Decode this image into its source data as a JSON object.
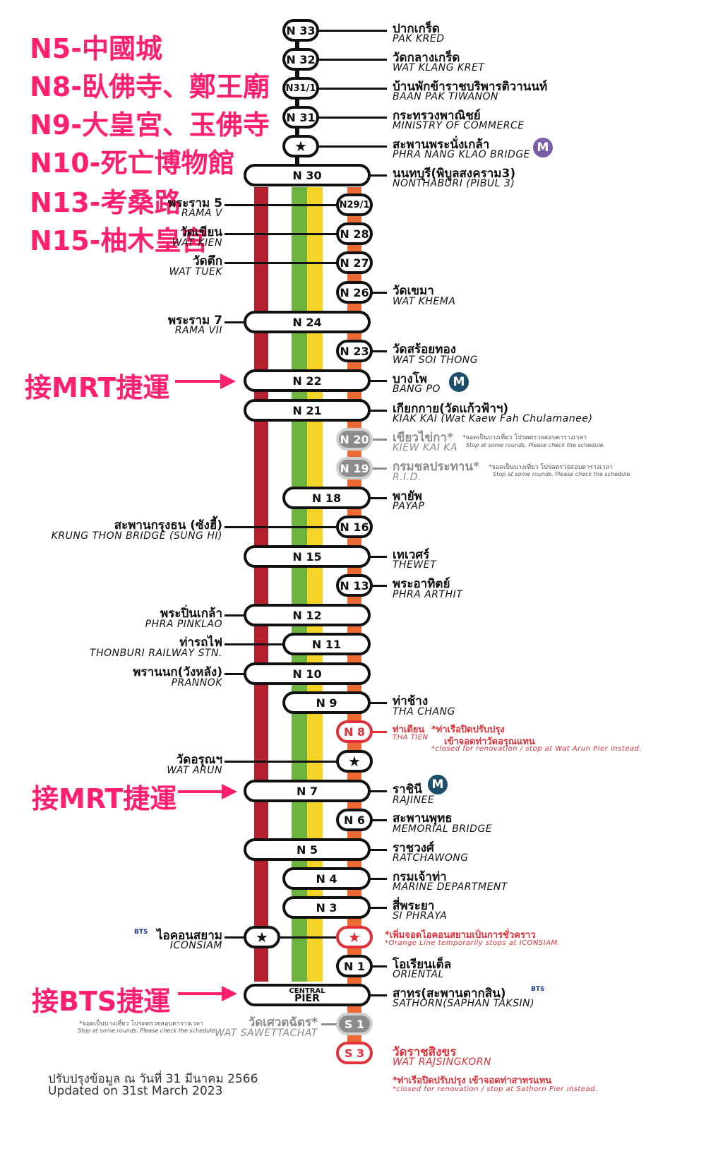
{
  "headings": [
    "N5-中國城",
    "N8-臥佛寺、鄭王廟",
    "N9-大皇宮、玉佛寺",
    "N10-死亡博物館",
    "N13-考桑路",
    "N15-柚木皇宮"
  ],
  "transfer_labels": {
    "mrt_1": "接MRT捷運",
    "mrt_2": "接MRT捷運",
    "bts": "接BTS捷運"
  },
  "stations": {
    "n33": {
      "code": "N 33",
      "th": "ปากเกร็ด",
      "en": "PAK KRED"
    },
    "n32": {
      "code": "N 32",
      "th": "วัดกลางเกร็ด",
      "en": "WAT KLANG KRET"
    },
    "n31_1": {
      "code": "N31/1",
      "th": "บ้านพักข้าราชบริพารติวานนท์",
      "en": "BAAN PAK TIWANON"
    },
    "n31": {
      "code": "N 31",
      "th": "กระทรวงพาณิชย์",
      "en": "MINISTRY OF COMMERCE"
    },
    "pnk": {
      "code": "★",
      "th": "สะพานพระนั่งเกล้า",
      "en": "PHRA NANG KLAO BRIDGE"
    },
    "n30": {
      "code": "N 30",
      "th": "นนทบุรี(พิบูลสงคราม3)",
      "en": "NONTHABURI (PIBUL 3)"
    },
    "n29_1": {
      "code": "N29/1",
      "th": "พระราม 5",
      "en": "RAMA V"
    },
    "n28": {
      "code": "N 28",
      "th": "วัดเขียน",
      "en": "WAT KIEN"
    },
    "n27": {
      "code": "N 27",
      "th": "วัดตึก",
      "en": "WAT TUEK"
    },
    "n26": {
      "code": "N 26",
      "th": "วัดเขมา",
      "en": "WAT KHEMA"
    },
    "n24": {
      "code": "N 24",
      "th": "พระราม 7",
      "en": "RAMA VII"
    },
    "n23": {
      "code": "N 23",
      "th": "วัดสร้อยทอง",
      "en": "WAT SOI THONG"
    },
    "n22": {
      "code": "N 22",
      "th": "บางโพ",
      "en": "BANG PO"
    },
    "n21": {
      "code": "N 21",
      "th": "เกียกกาย(วัดแก้วฟ้าฯ)",
      "en": "KIAK KAI (Wat Kaew Fah Chulamanee)"
    },
    "n20": {
      "code": "N 20",
      "th": "เขียวไข่กา*",
      "en": "KIEW KAI KA",
      "note_th": "*จอดเป็นบางเที่ยว โปรดตรวจสอบตารางเวลา",
      "note_en": "Stop at some rounds. Please check the schedule."
    },
    "n19": {
      "code": "N 19",
      "th": "กรมชลประทาน*",
      "en": "R.I.D.",
      "note_th": "*จอดเป็นบางเที่ยว โปรดตรวจสอบตารางเวลา",
      "note_en": "Stop at some rounds. Please check the schedule."
    },
    "n18": {
      "code": "N 18",
      "th": "พายัพ",
      "en": "PAYAP"
    },
    "n16": {
      "code": "N 16",
      "th": "สะพานกรุงธน (ซังฮี้)",
      "en": "KRUNG THON BRIDGE (SUNG HI)"
    },
    "n15": {
      "code": "N 15",
      "th": "เทเวศร์",
      "en": "THEWET"
    },
    "n13": {
      "code": "N 13",
      "th": "พระอาทิตย์",
      "en": "PHRA ARTHIT"
    },
    "n12": {
      "code": "N 12",
      "th": "พระปิ่นเกล้า",
      "en": "PHRA PINKLAO"
    },
    "n11": {
      "code": "N 11",
      "th": "ท่ารถไฟ",
      "en": "THONBURI RAILWAY STN."
    },
    "n10": {
      "code": "N 10",
      "th": "พรานนก(วังหลัง)",
      "en": "PRANNOK"
    },
    "n9": {
      "code": "N 9",
      "th": "ท่าช้าง",
      "en": "THA CHANG"
    },
    "n8": {
      "code": "N 8",
      "th": "ท่าเตียน",
      "en": "THA TIEN",
      "note1": "*ท่าเรือปิดปรับปรุง",
      "note2": "เข้าจอดท่าวัดอรุณแทน",
      "note_en": "*closed for renovation / stop at Wat Arun Pier instead."
    },
    "arun": {
      "code": "★",
      "th": "วัดอรุณฯ",
      "en": "WAT ARUN"
    },
    "n7": {
      "code": "N 7",
      "th": "ราชินี",
      "en": "RAJINEE"
    },
    "n6": {
      "code": "N 6",
      "th": "สะพานพุทธ",
      "en": "MEMORIAL BRIDGE"
    },
    "n5": {
      "code": "N 5",
      "th": "ราชวงศ์",
      "en": "RATCHAWONG"
    },
    "n4": {
      "code": "N 4",
      "th": "กรมเจ้าท่า",
      "en": "MARINE DEPARTMENT"
    },
    "n3": {
      "code": "N 3",
      "th": "สี่พระยา",
      "en": "SI PHRAYA"
    },
    "icon": {
      "code": "★",
      "th": "ไอคอนสยาม",
      "en": "ICONSIAM",
      "note1": "*เพิ่มจอดไอคอนสยามเป็นการชั่วคราว",
      "note_en": "*Orange Line temporarily stops at ICONSIAM."
    },
    "n1": {
      "code": "N 1",
      "th": "โอเรียนเต็ล",
      "en": "ORIENTAL"
    },
    "central": {
      "code1": "CENTRAL",
      "code2": "PIER",
      "th": "สาทร(สะพานตากสิน)",
      "en": "SATHORN(SAPHAN TAKSIN)"
    },
    "s1": {
      "code": "S 1",
      "th": "วัดเศวตฉัตร*",
      "en": "WAT SAWETTACHAT",
      "note_th": "*จอดเป็นบางเที่ยว โปรดตรวจสอบตารางเวลา",
      "note_en": "Stop at some rounds. Please check the schedule."
    },
    "s3": {
      "code": "S 3",
      "th": "วัดราชสิงขร",
      "en": "WAT RAJSINGKORN",
      "note1": "*ท่าเรือปิดปรับปรุง เข้าจอดท่าสาทรแทน",
      "note_en": "*closed for renovation / stop at Sathorn Pier instead."
    }
  },
  "badges": {
    "mrt": "M",
    "bts": "BTS"
  },
  "footer": {
    "th": "ปรับปรุงข้อมูล ณ วันที่ 31 มีนาคม 2566",
    "en": "Updated on 31st March 2023"
  },
  "colors": {
    "red_line": "#b5202e",
    "green_line": "#6cb33f",
    "yellow_line": "#f5d327",
    "orange_line": "#ee6a34",
    "accent_pink": "#ff1f6f",
    "mrt_blue": "#1d4f6b",
    "mrt_purple": "#7a5fa8"
  }
}
